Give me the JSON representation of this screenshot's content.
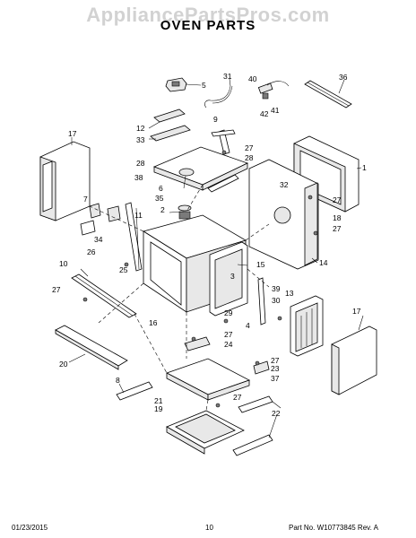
{
  "header": {
    "watermark": "AppliancePartsPros.com",
    "title": "OVEN PARTS"
  },
  "footer": {
    "date": "01/23/2015",
    "page": "10",
    "part_no": "Part No.  W10773845  Rev. A"
  },
  "callouts": [
    {
      "id": "c-5",
      "text": "5"
    },
    {
      "id": "c-31",
      "text": "31"
    },
    {
      "id": "c-40",
      "text": "40"
    },
    {
      "id": "c-36",
      "text": "36"
    },
    {
      "id": "c-42",
      "text": "42"
    },
    {
      "id": "c-41",
      "text": "41"
    },
    {
      "id": "c-12",
      "text": "12"
    },
    {
      "id": "c-9",
      "text": "9"
    },
    {
      "id": "c-33",
      "text": "33"
    },
    {
      "id": "c-17a",
      "text": "17"
    },
    {
      "id": "c-27a",
      "text": "27"
    },
    {
      "id": "c-28a",
      "text": "28"
    },
    {
      "id": "c-28b",
      "text": "28"
    },
    {
      "id": "c-1",
      "text": "1"
    },
    {
      "id": "c-38",
      "text": "38"
    },
    {
      "id": "c-32",
      "text": "32"
    },
    {
      "id": "c-6",
      "text": "6"
    },
    {
      "id": "c-35",
      "text": "35"
    },
    {
      "id": "c-7",
      "text": "7"
    },
    {
      "id": "c-2",
      "text": "2"
    },
    {
      "id": "c-27b",
      "text": "27"
    },
    {
      "id": "c-18",
      "text": "18"
    },
    {
      "id": "c-27c",
      "text": "27"
    },
    {
      "id": "c-11",
      "text": "11"
    },
    {
      "id": "c-34",
      "text": "34"
    },
    {
      "id": "c-26",
      "text": "26"
    },
    {
      "id": "c-10",
      "text": "10"
    },
    {
      "id": "c-25",
      "text": "25"
    },
    {
      "id": "c-15",
      "text": "15"
    },
    {
      "id": "c-14",
      "text": "14"
    },
    {
      "id": "c-3",
      "text": "3"
    },
    {
      "id": "c-27d",
      "text": "27"
    },
    {
      "id": "c-39",
      "text": "39"
    },
    {
      "id": "c-13",
      "text": "13"
    },
    {
      "id": "c-30",
      "text": "30"
    },
    {
      "id": "c-29",
      "text": "29"
    },
    {
      "id": "c-16",
      "text": "16"
    },
    {
      "id": "c-4",
      "text": "4"
    },
    {
      "id": "c-17b",
      "text": "17"
    },
    {
      "id": "c-27e",
      "text": "27"
    },
    {
      "id": "c-24",
      "text": "24"
    },
    {
      "id": "c-20",
      "text": "20"
    },
    {
      "id": "c-27f",
      "text": "27"
    },
    {
      "id": "c-23",
      "text": "23"
    },
    {
      "id": "c-37",
      "text": "37"
    },
    {
      "id": "c-8",
      "text": "8"
    },
    {
      "id": "c-27g",
      "text": "27"
    },
    {
      "id": "c-21",
      "text": "21"
    },
    {
      "id": "c-19",
      "text": "19"
    },
    {
      "id": "c-22",
      "text": "22"
    }
  ]
}
